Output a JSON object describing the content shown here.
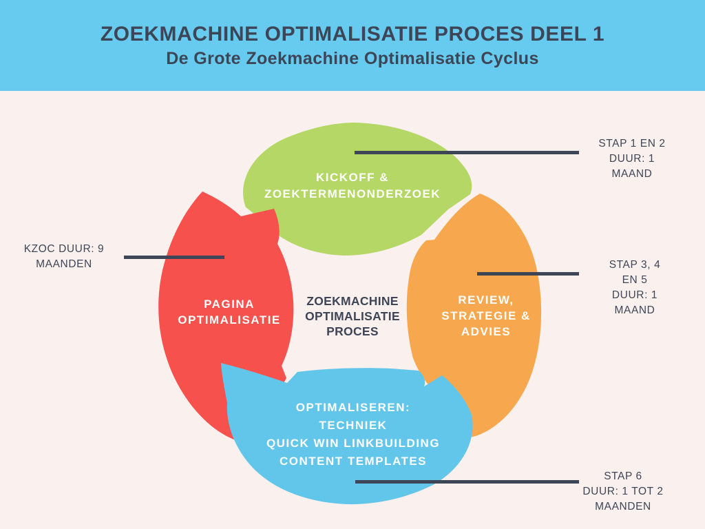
{
  "header": {
    "title": "ZOEKMACHINE OPTIMALISATIE PROCES DEEL 1",
    "subtitle": "De Grote Zoekmachine Optimalisatie Cyclus"
  },
  "center": {
    "label": "ZOEKMACHINE\nOPTIMALISATIE\nPROCES"
  },
  "cycle": {
    "steps": [
      {
        "id": "kickoff",
        "label": "KICKOFF &\nZOEKTERMENONDERZOEK",
        "color_key": "green"
      },
      {
        "id": "review",
        "label": "REVIEW,\nSTRATEGIE &\nADVIES",
        "color_key": "orange"
      },
      {
        "id": "optimaliseren",
        "label": "OPTIMALISEREN:\nTECHNIEK\nQUICK WIN LINKBUILDING\nCONTENT TEMPLATES",
        "color_key": "blue"
      },
      {
        "id": "pagina-optimalisatie",
        "label": "PAGINA\nOPTIMALISATIE",
        "color_key": "red"
      }
    ]
  },
  "annotations": [
    {
      "id": "stap-1-2",
      "text": "STAP 1 EN 2\nDUUR: 1 MAAND"
    },
    {
      "id": "stap-3-4-5",
      "text": "STAP 3, 4 EN 5\nDUUR: 1 MAAND"
    },
    {
      "id": "stap-6",
      "text": "STAP 6\nDUUR: 1 TOT 2 MAANDEN"
    },
    {
      "id": "kzoc",
      "text": "KZOC DUUR: 9\nMAANDEN"
    }
  ],
  "colors": {
    "banner": "#66CBEE",
    "background": "#FAF0ED",
    "green": "#B4D765",
    "orange": "#F7A84E",
    "red": "#F6514D",
    "blue": "#62C6EB",
    "dark": "#3D4556",
    "label_text": "#FFFFFF"
  }
}
